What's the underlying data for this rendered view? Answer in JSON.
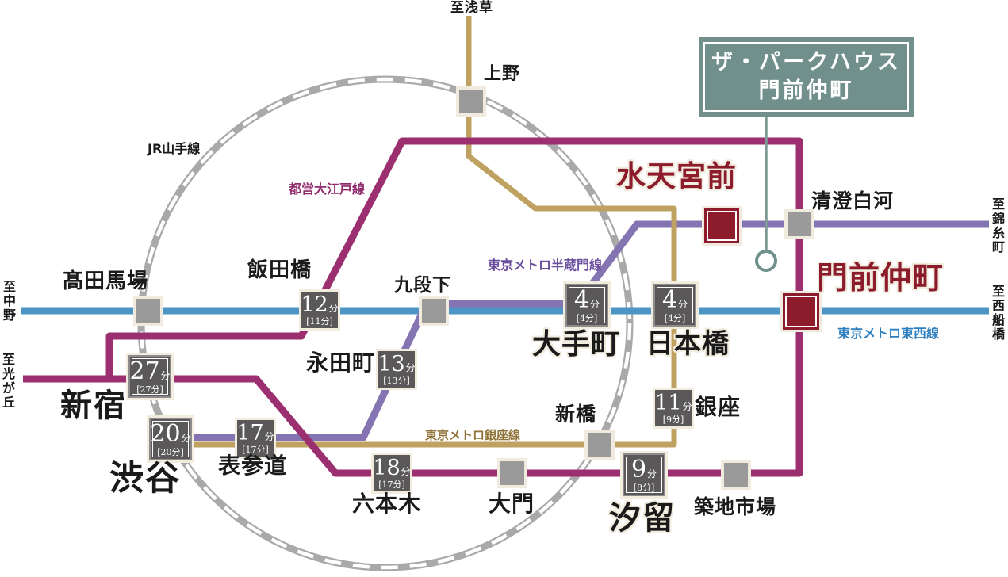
{
  "property_box": {
    "line1": "ザ・パークハウス",
    "line2": "門前仲町"
  },
  "line_labels": {
    "jr_yamanote": "JR山手線",
    "toei_oedo": "都営大江戸線",
    "hanzomon": "東京メトロ半蔵門線",
    "ginza": "東京メトロ銀座線",
    "tozai": "東京メトロ東西線"
  },
  "line_colors": {
    "jr_yamanote_gray": "#a9a9a9",
    "toei_oedo_magenta": "#9b2f70",
    "hanzomon_purple": "#8574b2",
    "ginza_gold": "#bfa261",
    "tozai_blue": "#4e94c4",
    "highlight_red": "#8c1c2c",
    "callout_teal": "#72908b",
    "badge_gray": "#5b5859"
  },
  "directions": {
    "asakusa": "至浅草",
    "nakano": "至中野",
    "hikarigaoka": "至光が丘",
    "kinshicho": "至錦糸町",
    "nishi_funabashi": "至西船橋"
  },
  "stations": {
    "ueno": "上野",
    "takadanobaba": "髙田馬場",
    "iidabashi": "飯田橋",
    "kudanshita": "九段下",
    "nagatacho": "永田町",
    "shinjuku": "新宿",
    "shibuya": "渋谷",
    "omotesando": "表参道",
    "roppongi": "六本木",
    "daimon": "大門",
    "shimbashi": "新橋",
    "ginza": "銀座",
    "shiodome": "汐留",
    "tsukijishijo": "築地市場",
    "otemachi": "大手町",
    "nihombashi": "日本橋",
    "suitengumae": "水天宮前",
    "kiyosumi_shirakawa": "清澄白河",
    "monzen_nakacho": "門前仲町"
  },
  "time_badges": [
    {
      "station": "新宿",
      "minutes": "27",
      "unit": "分",
      "bracket": "[27分]"
    },
    {
      "station": "渋谷",
      "minutes": "20",
      "unit": "分",
      "bracket": "[20分]"
    },
    {
      "station": "飯田橋",
      "minutes": "12",
      "unit": "分",
      "bracket": "[11分]"
    },
    {
      "station": "永田町",
      "minutes": "13",
      "unit": "分",
      "bracket": "[13分]"
    },
    {
      "station": "表参道",
      "minutes": "17",
      "unit": "分",
      "bracket": "[17分]"
    },
    {
      "station": "六本木",
      "minutes": "18",
      "unit": "分",
      "bracket": "[17分]"
    },
    {
      "station": "大手町",
      "minutes": "4",
      "unit": "分",
      "bracket": "[4分]"
    },
    {
      "station": "日本橋",
      "minutes": "4",
      "unit": "分",
      "bracket": "[4分]"
    },
    {
      "station": "銀座",
      "minutes": "11",
      "unit": "分",
      "bracket": "[9分]"
    },
    {
      "station": "汐留",
      "minutes": "9",
      "unit": "分",
      "bracket": "[8分]"
    }
  ]
}
